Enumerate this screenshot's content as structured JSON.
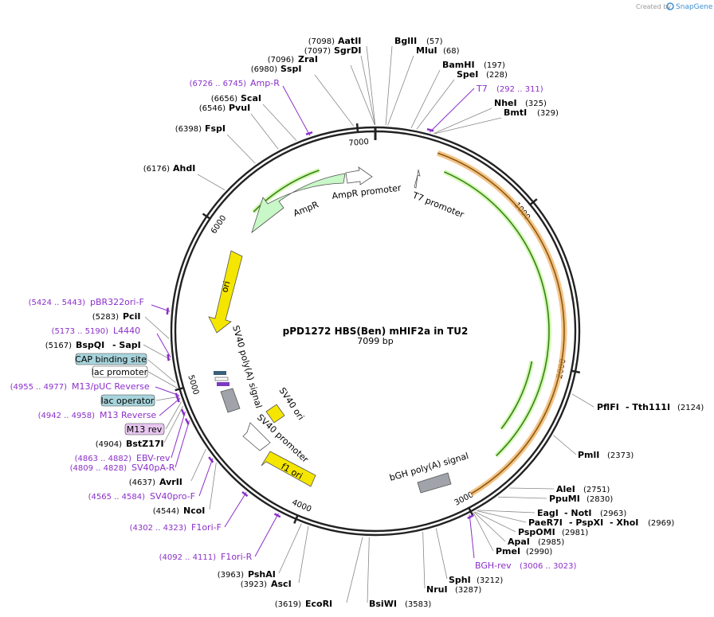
{
  "plasmid": {
    "name": "pPD1272 HBS(Ben) mHIF2a in TU2",
    "length": "7099 bp",
    "total_bp": 7099
  },
  "branding": {
    "created_by": "Created by",
    "brand": "SnapGene"
  },
  "ticks": [
    {
      "bp": 1000,
      "label": "1000"
    },
    {
      "bp": 2000,
      "label": "2000"
    },
    {
      "bp": 3000,
      "label": "3000"
    },
    {
      "bp": 4000,
      "label": "4000"
    },
    {
      "bp": 5000,
      "label": "5000"
    },
    {
      "bp": 6000,
      "label": "6000"
    },
    {
      "bp": 7000,
      "label": "7000"
    }
  ],
  "colors": {
    "backbone": "#222222",
    "primer": "#8b2fc9",
    "yellow": "#f5e600",
    "green_light": "#c8f7c8",
    "grey": "#a0a4aa",
    "orange": "#f0b060",
    "green_dark": "#3a7f1a",
    "teal": "#a8d4dc",
    "purple_box": "#e8c7f0"
  },
  "features": [
    {
      "name": "AmpR",
      "kind": "arrow",
      "color": "#c8f7c8",
      "start": 6120,
      "end": 6710
    },
    {
      "name": "AmpR promoter",
      "kind": "arrow",
      "color": "#ffffff",
      "start": 6720,
      "end": 6800
    },
    {
      "name": "T7 promoter",
      "kind": "arrow",
      "color": "#ffffff",
      "start": 292,
      "end": 311
    },
    {
      "name": "ori",
      "kind": "arrow",
      "color": "#f5e600",
      "start": 5450,
      "end": 5880
    },
    {
      "name": "SV40 poly(A) signal",
      "kind": "box",
      "color": "#a0a4aa",
      "start": 4985,
      "end": 5100
    },
    {
      "name": "SV40 ori",
      "kind": "box",
      "color": "#f5e600",
      "start": 4600,
      "end": 4700
    },
    {
      "name": "SV40 promoter",
      "kind": "arrow",
      "color": "#ffffff",
      "start": 4580,
      "end": 4780
    },
    {
      "name": "f1 ori",
      "kind": "arrow",
      "color": "#f5e600",
      "start": 4350,
      "end": 4630
    },
    {
      "name": "bGH poly(A) signal",
      "kind": "box",
      "color": "#a0a4aa",
      "start": 3000,
      "end": 3220
    }
  ],
  "inner_labels": {
    "amp_r": "AmpR",
    "amp_r_promoter": "AmpR promoter",
    "t7_promoter": "T7 promoter",
    "ori": "ori",
    "sv40_polya": "SV40 poly(A) signal",
    "sv40_ori": "SV40 ori",
    "sv40_promoter": "SV40 promoter",
    "f1_ori": "f1 ori",
    "bgh_polya": "bGH poly(A) signal"
  },
  "boxed_features": [
    {
      "name": "CAP binding site",
      "color": "#a8d4dc"
    },
    {
      "name": "lac promoter",
      "color": "#ffffff"
    },
    {
      "name": "lac operator",
      "color": "#a8d4dc"
    },
    {
      "name": "M13 rev",
      "color": "#e8c7f0"
    }
  ],
  "sites_top": [
    {
      "name": "AatII",
      "pos": "(7098)"
    },
    {
      "name": "SgrDI",
      "pos": "(7097)"
    },
    {
      "name": "ZraI",
      "pos": "(7096)"
    },
    {
      "name": "SspI",
      "pos": "(6980)"
    },
    {
      "name": "ScaI",
      "pos": "(6656)"
    },
    {
      "name": "PvuI",
      "pos": "(6546)"
    },
    {
      "name": "FspI",
      "pos": "(6398)"
    },
    {
      "name": "AhdI",
      "pos": "(6176)"
    }
  ],
  "sites_right": [
    {
      "name": "BglII",
      "pos": "(57)"
    },
    {
      "name": "MluI",
      "pos": "(68)"
    },
    {
      "name": "BamHI",
      "pos": "(197)"
    },
    {
      "name": "SpeI",
      "pos": "(228)"
    },
    {
      "name": "NheI",
      "pos": "(325)"
    },
    {
      "name": "BmtI",
      "pos": "(329)"
    }
  ],
  "primers": {
    "amp_r": {
      "name": "Amp-R",
      "range": "(6726 .. 6745)"
    },
    "t7": {
      "name": "T7",
      "range": "(292 .. 311)"
    },
    "pbr322": {
      "name": "pBR322ori-F",
      "range": "(5424 .. 5443)"
    },
    "l4440": {
      "name": "L4440",
      "range": "(5173 .. 5190)"
    },
    "m13puc": {
      "name": "M13/pUC Reverse",
      "range": "(4955 .. 4977)"
    },
    "m13rev": {
      "name": "M13 Reverse",
      "range": "(4942 .. 4958)"
    },
    "ebv": {
      "name": "EBV-rev",
      "range": "(4863 .. 4882)"
    },
    "sv40pa": {
      "name": "SV40pA-R",
      "range": "(4809 .. 4828)"
    },
    "sv40pro": {
      "name": "SV40pro-F",
      "range": "(4565 .. 4584)"
    },
    "f1orif": {
      "name": "F1ori-F",
      "range": "(4302 .. 4323)"
    },
    "f1orir": {
      "name": "F1ori-R",
      "range": "(4092 .. 4111)"
    },
    "bgh": {
      "name": "BGH-rev",
      "range": "(3006 .. 3023)"
    }
  },
  "sites_left": {
    "pcil": {
      "name": "PciI",
      "pos": "(5283)"
    },
    "bspqi": {
      "name": "BspQI",
      "pos": "(5167)",
      "extra": "- SapI"
    },
    "bstz17i": {
      "name": "BstZ17I",
      "pos": "(4904)"
    },
    "avrii": {
      "name": "AvrII",
      "pos": "(4637)"
    },
    "ncoi": {
      "name": "NcoI",
      "pos": "(4544)"
    }
  },
  "sites_bottom": {
    "pshai": {
      "name": "PshAI",
      "pos": "(3963)"
    },
    "asci": {
      "name": "AscI",
      "pos": "(3923)"
    },
    "ecori": {
      "name": "EcoRI",
      "pos": "(3619)"
    },
    "bsiwi": {
      "name": "BsiWI",
      "pos": "(3583)"
    },
    "nrui": {
      "name": "NruI",
      "pos": "(3287)"
    },
    "sphi": {
      "name": "SphI",
      "pos": "(3212)"
    }
  },
  "sites_rb": {
    "pflfi": {
      "name": "PflFI",
      "extra": "- Tth111I",
      "pos": "(2124)"
    },
    "pmli": {
      "name": "PmlI",
      "pos": "(2373)"
    },
    "alei": {
      "name": "AleI",
      "pos": "(2751)"
    },
    "ppumi": {
      "name": "PpuMI",
      "pos": "(2830)"
    },
    "eagi": {
      "name": "EagI",
      "extra": "- NotI",
      "pos": "(2963)"
    },
    "paer7i": {
      "name": "PaeR7I",
      "extra": "- PspXI",
      "extra2": "- XhoI",
      "pos": "(2969)"
    },
    "pspomi": {
      "name": "PspOMI",
      "pos": "(2981)"
    },
    "apai": {
      "name": "ApaI",
      "pos": "(2985)"
    },
    "pmei": {
      "name": "PmeI",
      "pos": "(2990)"
    }
  }
}
